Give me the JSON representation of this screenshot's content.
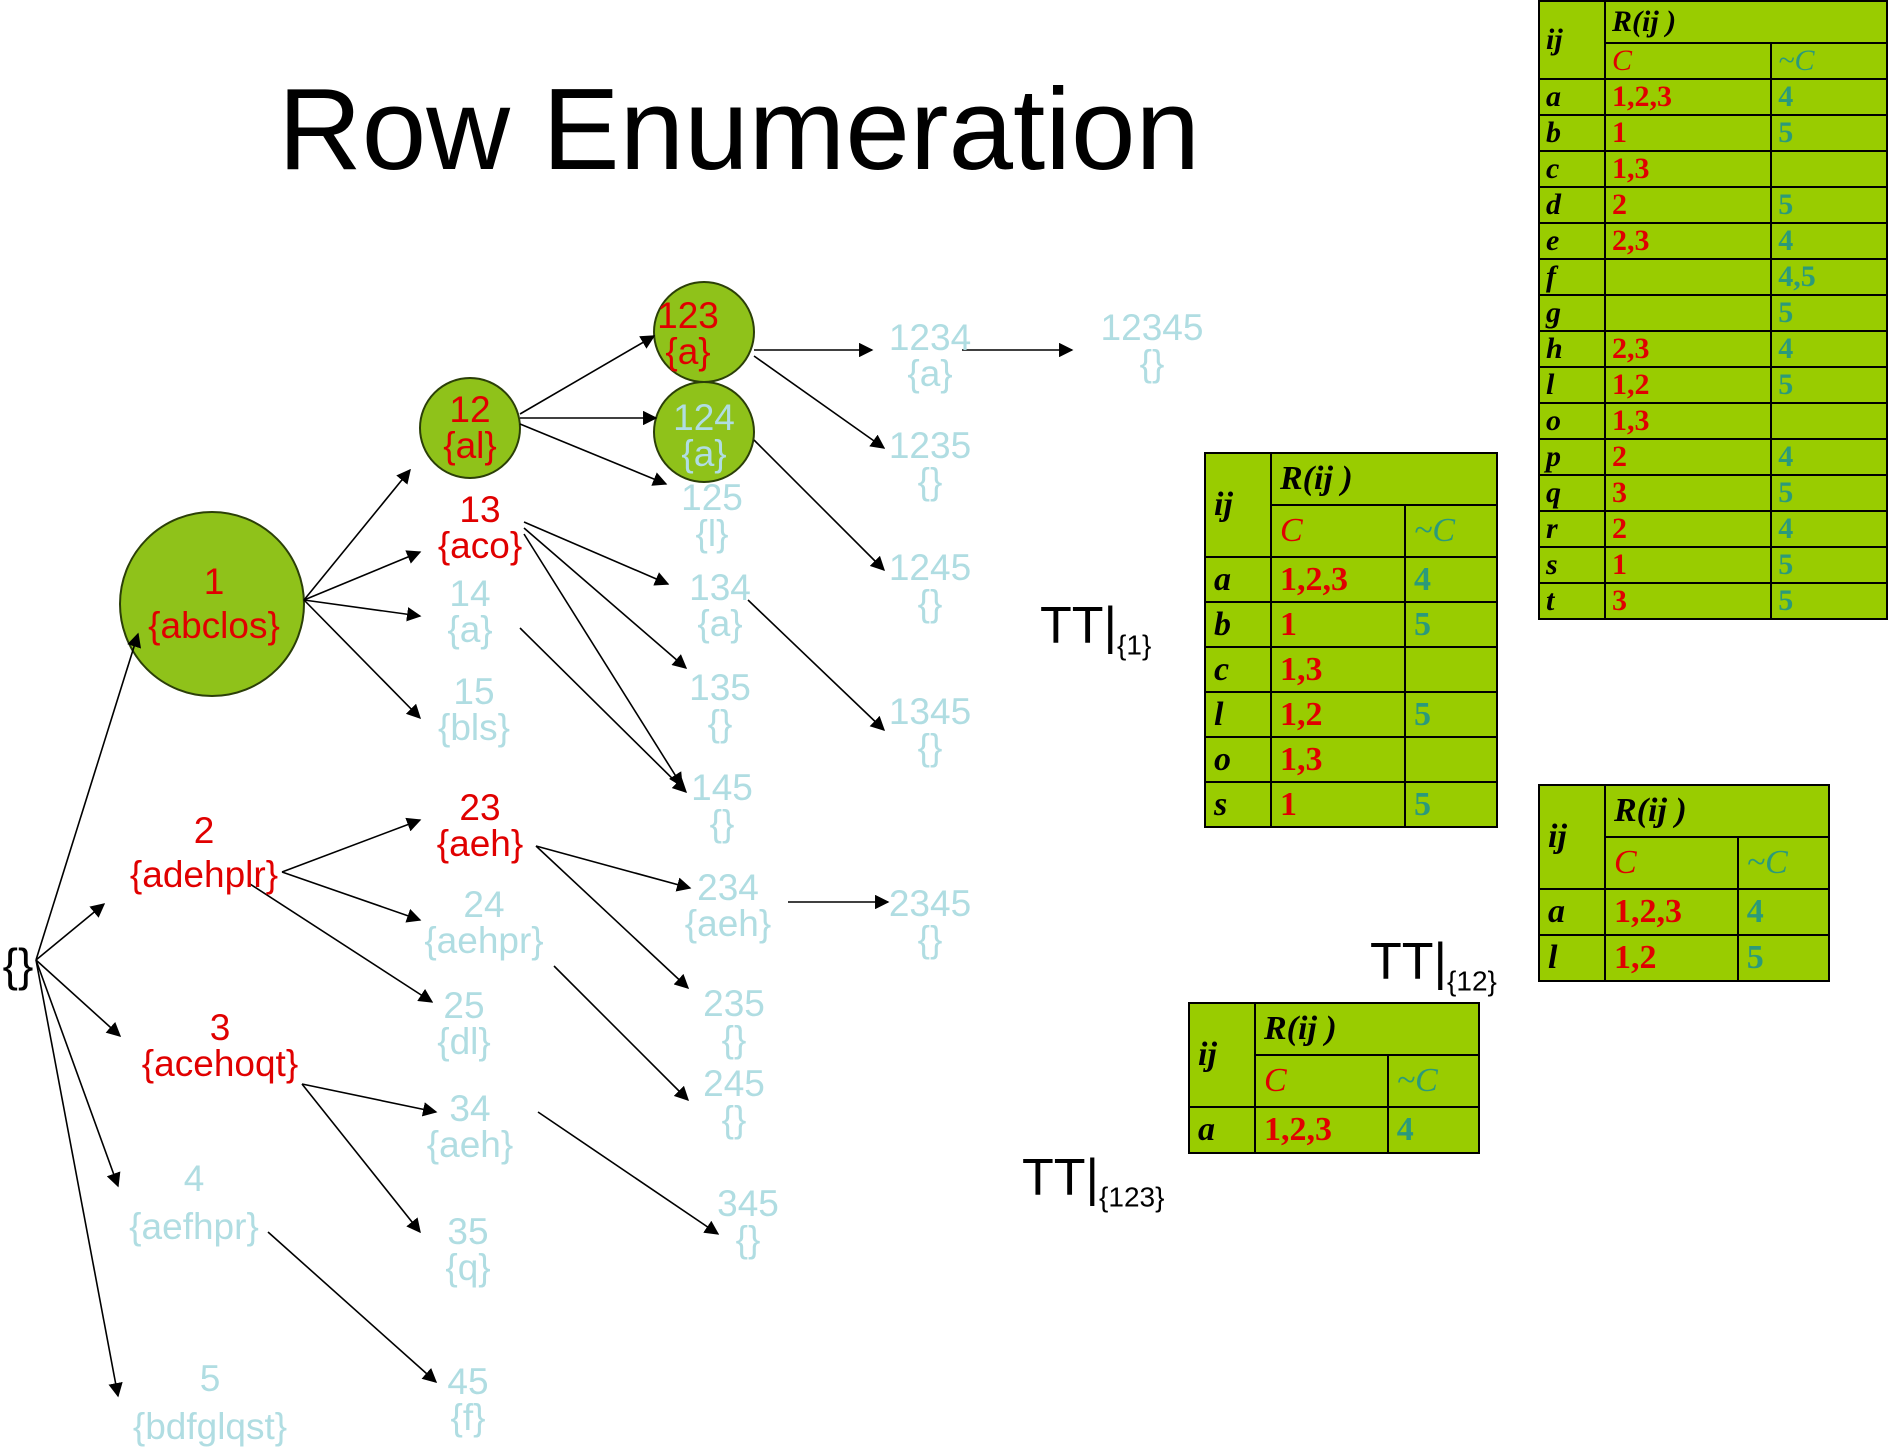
{
  "title": "Row Enumeration",
  "tree": {
    "root": {
      "label": "{}"
    },
    "level1": [
      {
        "num": "1",
        "set": "{abclos}"
      },
      {
        "num": "2",
        "set": "{adehplr}"
      },
      {
        "num": "3",
        "set": "{acehoqt}"
      },
      {
        "num": "4",
        "set": "{aefhpr}"
      },
      {
        "num": "5",
        "set": "{bdfglqst}"
      }
    ],
    "level2": [
      {
        "num": "12",
        "set": "{al}"
      },
      {
        "num": "13",
        "set": "{aco}"
      },
      {
        "num": "14",
        "set": "{a}"
      },
      {
        "num": "15",
        "set": "{bls}"
      },
      {
        "num": "23",
        "set": "{aeh}"
      },
      {
        "num": "24",
        "set": "{aehpr}"
      },
      {
        "num": "25",
        "set": "{dl}"
      },
      {
        "num": "34",
        "set": "{aeh}"
      },
      {
        "num": "35",
        "set": "{q}"
      },
      {
        "num": "45",
        "set": "{f}"
      }
    ],
    "level3": [
      {
        "num": "123",
        "set": "{a}"
      },
      {
        "num": "124",
        "set": "{a}"
      },
      {
        "num": "125",
        "set": "{l}"
      },
      {
        "num": "134",
        "set": "{a}"
      },
      {
        "num": "135",
        "set": "{}"
      },
      {
        "num": "145",
        "set": "{}"
      },
      {
        "num": "234",
        "set": "{aeh}"
      },
      {
        "num": "235",
        "set": "{}"
      },
      {
        "num": "245",
        "set": "{}"
      },
      {
        "num": "345",
        "set": "{}"
      }
    ],
    "level4": [
      {
        "num": "1234",
        "set": "{a}"
      },
      {
        "num": "1235",
        "set": "{}"
      },
      {
        "num": "1245",
        "set": "{}"
      },
      {
        "num": "1345",
        "set": "{}"
      },
      {
        "num": "2345",
        "set": "{}"
      }
    ],
    "level5": [
      {
        "num": "12345",
        "set": "{}"
      }
    ]
  },
  "tables": {
    "header": {
      "ij": "ij",
      "r": "R(ij )",
      "c": "C",
      "nc": "~C"
    },
    "full": {
      "rows": [
        {
          "ij": "a",
          "c": "1,2,3",
          "nc": "4"
        },
        {
          "ij": "b",
          "c": "1",
          "nc": "5"
        },
        {
          "ij": "c",
          "c": "1,3",
          "nc": ""
        },
        {
          "ij": "d",
          "c": "2",
          "nc": "5"
        },
        {
          "ij": "e",
          "c": "2,3",
          "nc": "4"
        },
        {
          "ij": "f",
          "c": "",
          "nc": "4,5"
        },
        {
          "ij": "g",
          "c": "",
          "nc": "5"
        },
        {
          "ij": "h",
          "c": "2,3",
          "nc": "4"
        },
        {
          "ij": "l",
          "c": "1,2",
          "nc": "5"
        },
        {
          "ij": "o",
          "c": "1,3",
          "nc": ""
        },
        {
          "ij": "p",
          "c": "2",
          "nc": "4"
        },
        {
          "ij": "q",
          "c": "3",
          "nc": "5"
        },
        {
          "ij": "r",
          "c": "2",
          "nc": "4"
        },
        {
          "ij": "s",
          "c": "1",
          "nc": "5"
        },
        {
          "ij": "t",
          "c": "3",
          "nc": "5"
        }
      ]
    },
    "proj1": {
      "label": "TT|",
      "sub": "{1}",
      "rows": [
        {
          "ij": "a",
          "c": "1,2,3",
          "nc": "4"
        },
        {
          "ij": "b",
          "c": "1",
          "nc": "5"
        },
        {
          "ij": "c",
          "c": "1,3",
          "nc": ""
        },
        {
          "ij": "l",
          "c": "1,2",
          "nc": "5"
        },
        {
          "ij": "o",
          "c": "1,3",
          "nc": ""
        },
        {
          "ij": "s",
          "c": "1",
          "nc": "5"
        }
      ]
    },
    "proj12": {
      "label": "TT|",
      "sub": "{12}",
      "rows": [
        {
          "ij": "a",
          "c": "1,2,3",
          "nc": "4"
        },
        {
          "ij": "l",
          "c": "1,2",
          "nc": "5"
        }
      ]
    },
    "proj123": {
      "label": "TT|",
      "sub": "{123}",
      "rows": [
        {
          "ij": "a",
          "c": "1,2,3",
          "nc": "4"
        }
      ]
    }
  }
}
